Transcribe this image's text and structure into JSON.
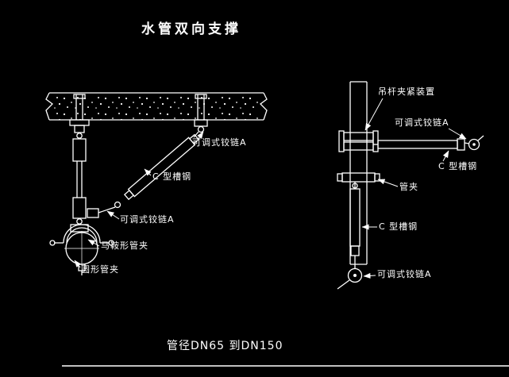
{
  "colors": {
    "background": "#000000",
    "line": "#ffffff",
    "text": "#ffffff"
  },
  "title": {
    "text": "水管双向支撑"
  },
  "footer": {
    "text": "管径DN65 到DN150"
  },
  "left_view": {
    "description": "ceiling-mounted bidirectional pipe support detail",
    "labels": {
      "hinge_top": "可调式铰链A",
      "channel": "C 型槽钢",
      "hinge_bottom": "可调式铰链A",
      "saddle_clamp": "马鞍形管夹",
      "round_clamp": "圆形管夹"
    }
  },
  "right_view": {
    "description": "riser pipe lateral brace detail",
    "labels": {
      "rod_clamp_device": "吊杆夹紧装置",
      "hinge_right": "可调式铰链A",
      "channel_horizontal": "C 型槽钢",
      "pipe_clamp": "管夹",
      "channel_vertical": "C 型槽钢",
      "hinge_bottom": "可调式铰链A"
    }
  }
}
